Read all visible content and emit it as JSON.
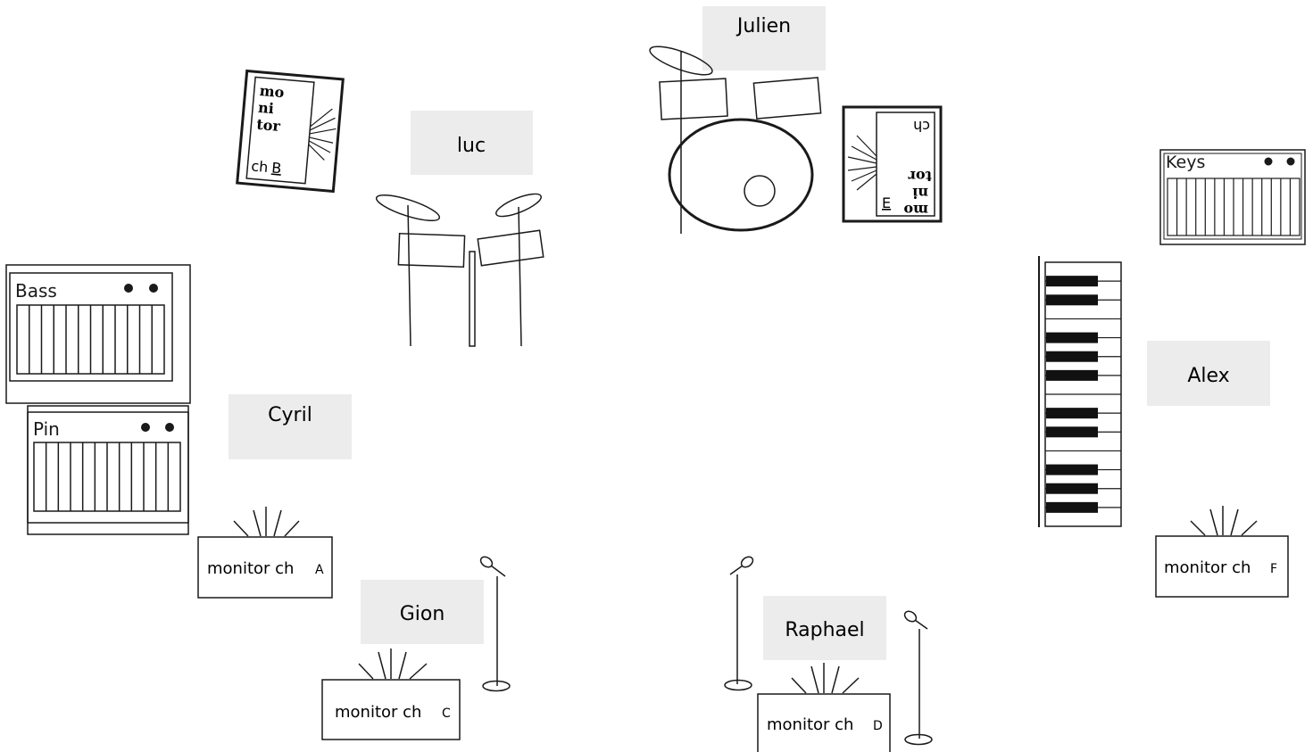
{
  "people": {
    "julien": "Julien",
    "luc": "luc",
    "cyril": "Cyril",
    "gion": "Gion",
    "raphael": "Raphael",
    "alex": "Alex"
  },
  "amps": {
    "bass": "Bass",
    "pin": "Pin",
    "keys": "Keys"
  },
  "monitors": {
    "label": "monitor ch",
    "a": "A",
    "c": "C",
    "d": "D",
    "f": "F",
    "wedge_b": {
      "l1": "mo",
      "l2": "ni",
      "l3": "tor",
      "ch": "ch",
      "letter": "B"
    },
    "wedge_e": {
      "l1": "mo",
      "l2": "ni",
      "l3": "tor",
      "ch": "ch",
      "letter": "E"
    }
  },
  "colors": {
    "label_bg": "#ececec",
    "stroke": "#1a1a1a",
    "key_black": "#111111"
  }
}
